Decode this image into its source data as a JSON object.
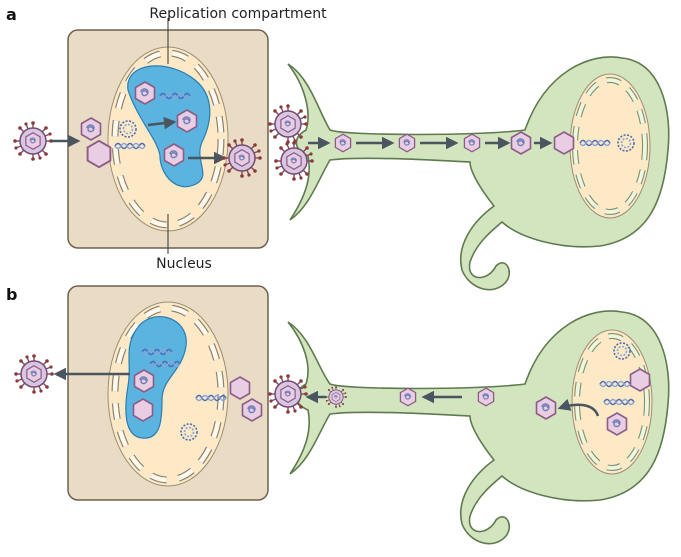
{
  "panels": {
    "a": {
      "letter": "a"
    },
    "b": {
      "letter": "b"
    }
  },
  "labels": {
    "replication_compartment": "Replication compartment",
    "nucleus": "Nucleus"
  },
  "colors": {
    "cell_fill": "#eadcc4",
    "cell_stroke": "#6d6250",
    "nucleus_fill": "#fde9c6",
    "compartment_fill": "#5bb3df",
    "neuron_fill": "#d3e5bf",
    "neuron_stroke": "#5f7a4e",
    "capsid_fill": "#e9cde2",
    "capsid_stroke": "#8a5c87",
    "arrow": "#4a5560"
  },
  "icons": [
    "virion-icon",
    "capsid-icon",
    "empty-capsid-icon",
    "linear-dna-icon",
    "circular-dna-icon",
    "arrow-icon"
  ]
}
